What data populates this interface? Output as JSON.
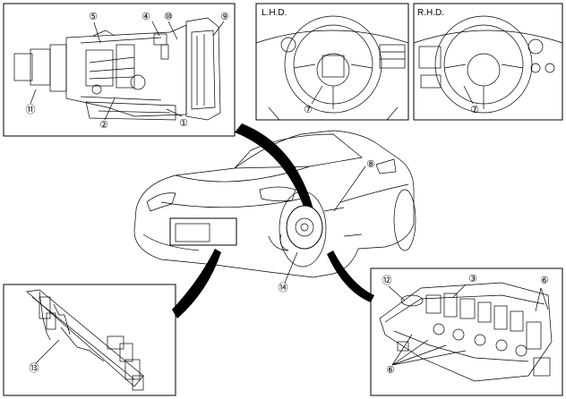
{
  "diagram": {
    "panels": {
      "transmission": {
        "callouts": [
          "①",
          "②",
          "④",
          "⑤",
          "⑨",
          "⑩",
          "⑪"
        ]
      },
      "lhd": {
        "caption": "L.H.D.",
        "callout": "⑦"
      },
      "rhd": {
        "caption": "R.H.D.",
        "callout": "⑦"
      },
      "valve_body": {
        "callouts": [
          "⑫",
          "③",
          "⑥",
          "⑥"
        ]
      },
      "harness": {
        "callout": "⑬"
      }
    },
    "car": {
      "callouts": [
        "⑧",
        "⑭"
      ]
    }
  }
}
